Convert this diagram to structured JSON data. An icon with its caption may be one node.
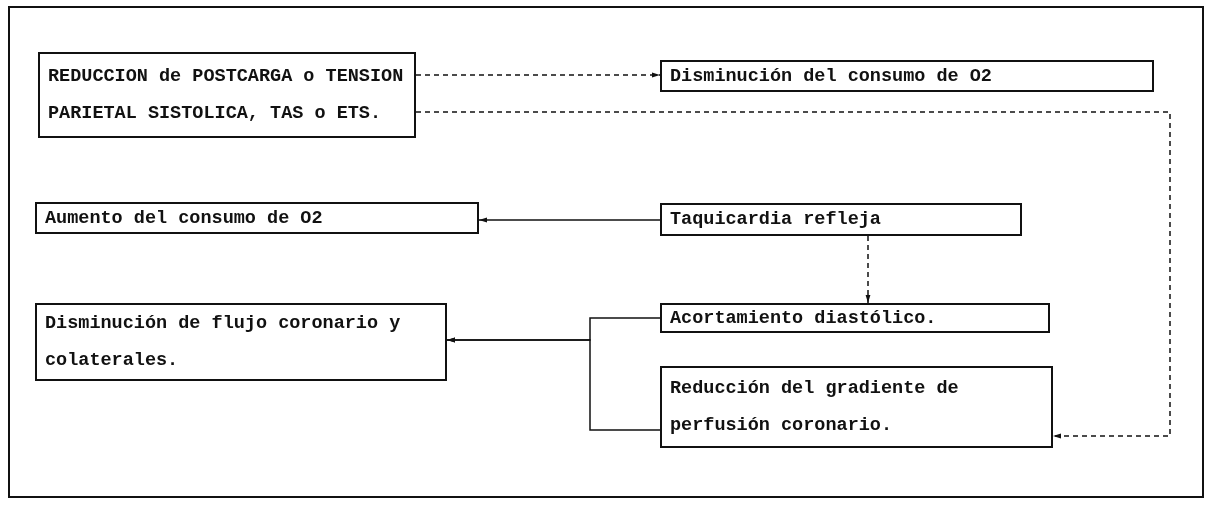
{
  "diagram": {
    "nodes": [
      {
        "text": [
          "REDUCCION de POSTCARGA o TENSION PARIETAL SISTOLICA, TAS o ETS."
        ]
      },
      {
        "text": [
          "Disminución del consumo de O2"
        ]
      },
      {
        "text": [
          "Aumento del consumo de O2"
        ]
      },
      {
        "text": [
          "Taquicardia refleja"
        ]
      },
      {
        "text": [
          "Disminución de flujo coronario y colaterales."
        ]
      },
      {
        "text": [
          "Acortamiento diastólico."
        ]
      },
      {
        "text": [
          "Reducción del gradiente de perfusión coronario."
        ]
      }
    ],
    "edges": [
      {
        "from": 0,
        "to": 1,
        "arrow": "to",
        "style": "dashed"
      },
      {
        "from": 0,
        "to": 6,
        "arrow": "to",
        "style": "dashed"
      },
      {
        "from": 3,
        "to": 2,
        "arrow": "to"
      },
      {
        "from": 3,
        "to": 5,
        "arrow": "to",
        "style": "dashed"
      },
      {
        "from": 5,
        "to": 4,
        "arrow": "to"
      },
      {
        "from": 6,
        "to": 4,
        "arrow": "to"
      }
    ]
  }
}
